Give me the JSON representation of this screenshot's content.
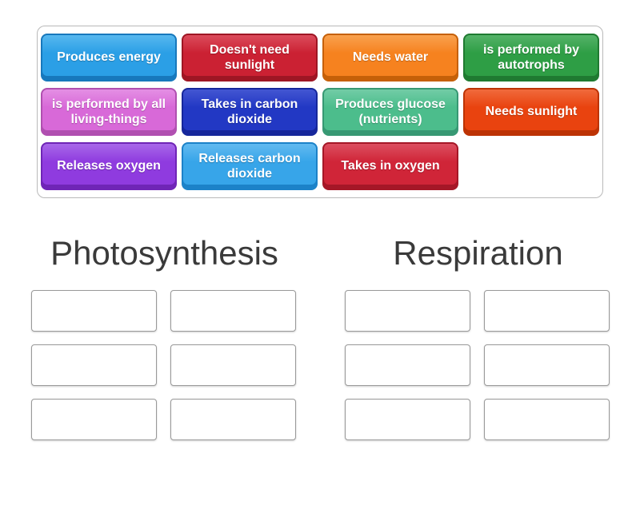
{
  "word_bank": {
    "tiles": [
      {
        "id": "produces-energy",
        "label": "Produces energy",
        "bg": "#2B9FE6",
        "light": "#57B8EF",
        "dark": "#1778BC"
      },
      {
        "id": "doesnt-need-sunlight",
        "label": "Doesn't need sunlight",
        "bg": "#CB2133",
        "light": "#DB4B5B",
        "dark": "#9E1624"
      },
      {
        "id": "needs-water",
        "label": "Needs water",
        "bg": "#F6821F",
        "light": "#F9A14E",
        "dark": "#C56008"
      },
      {
        "id": "performed-by-autotrophs",
        "label": "is performed by autotrophs",
        "bg": "#2E9E45",
        "light": "#54B268",
        "dark": "#1F7A31"
      },
      {
        "id": "performed-by-all-living-things",
        "label": "is performed by all living-things",
        "bg": "#D869D8",
        "light": "#E48FE4",
        "dark": "#B04FB0"
      },
      {
        "id": "takes-in-carbon-dioxide",
        "label": "Takes in carbon dioxide",
        "bg": "#2238C4",
        "light": "#4356D2",
        "dark": "#16279B"
      },
      {
        "id": "produces-glucose",
        "label": "Produces glucose (nutrients)",
        "bg": "#4CBD8C",
        "light": "#72CCA6",
        "dark": "#379873"
      },
      {
        "id": "needs-sunlight",
        "label": "Needs sunlight",
        "bg": "#E9430F",
        "light": "#F06A3C",
        "dark": "#BC3305"
      },
      {
        "id": "releases-oxygen",
        "label": "Releases oxygen",
        "bg": "#8F3BDF",
        "light": "#A868E9",
        "dark": "#6F25B6"
      },
      {
        "id": "releases-carbon-dioxide",
        "label": "Releases carbon dioxide",
        "bg": "#37A5E9",
        "light": "#62BAF0",
        "dark": "#1C82C8"
      },
      {
        "id": "takes-in-oxygen",
        "label": "Takes in oxygen",
        "bg": "#D02538",
        "light": "#DC4F60",
        "dark": "#A51727"
      }
    ]
  },
  "groups": [
    {
      "title": "Photosynthesis",
      "slot_count": 6
    },
    {
      "title": "Respiration",
      "slot_count": 6
    }
  ],
  "colors": {
    "tray_border": "#b9b9b9",
    "slot_border": "#999999",
    "heading_text": "#3a3a3a",
    "tile_text": "#ffffff"
  }
}
